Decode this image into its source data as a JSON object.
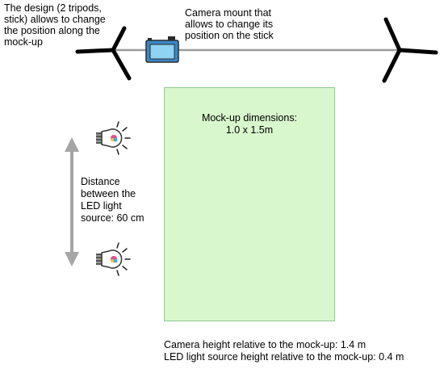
{
  "design_note": {
    "line1": "The design (2 tripods,",
    "line2": "stick) allows to change",
    "line3": "the position along the",
    "line4": "mock-up"
  },
  "camera_note": {
    "line1": "Camera mount that",
    "line2": "allows to change its",
    "line3": "position on the stick"
  },
  "mockup": {
    "line1": "Mock-up dimensions:",
    "line2": "1.0 x 1.5m"
  },
  "distance_note": {
    "line1": "Distance",
    "line2": "between the",
    "line3": "LED light",
    "line4": "source: 60 cm"
  },
  "footer": {
    "line1": "Camera height relative to the mock-up: 1.4 m",
    "line2": "LED light source height relative to the mock-up: 0.4 m"
  },
  "colors": {
    "mockup_fill": "#d9f7cc",
    "stick": "#9a9a9a",
    "camera": "#3a88c8",
    "arrow": "#a6a6a6"
  },
  "icons": [
    "tripod-icon",
    "camera-icon",
    "led-bulb-icon",
    "double-arrow-icon"
  ]
}
